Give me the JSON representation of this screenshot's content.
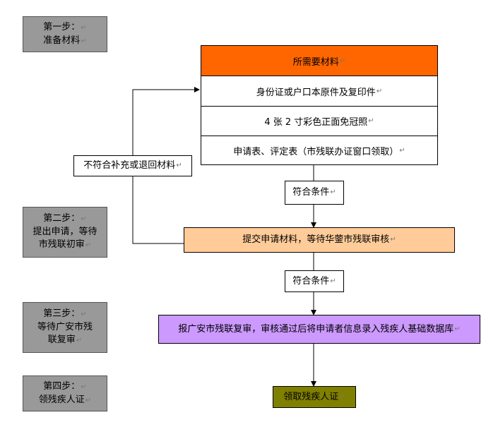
{
  "steps": [
    {
      "line1": "第一步：",
      "line2": "准备材料"
    },
    {
      "line1": "第二步：",
      "line2": "提出申请，等待",
      "line3": "市残联初审"
    },
    {
      "line1": "第三步：",
      "line2": "等待广安市残",
      "line3": "联复审"
    },
    {
      "line1": "第四步：",
      "line2": "领残疾人证"
    }
  ],
  "materials": {
    "header": "所需要材料",
    "items": [
      "身份证或户口本原件及复印件",
      "4 张 2 寸彩色正面免冠照",
      "申请表、评定表（市残联办证窗口领取）"
    ]
  },
  "flow": {
    "reject": "不符合补充或退回材料",
    "pass1": "符合条件",
    "submit": "提交申请材料，等待华蓥市残联审核",
    "pass2": "符合条件",
    "review": "报广安市残联复审，审核通过后将申请者信息录入残疾人基础数据库",
    "receive": "领取残疾人证"
  },
  "colors": {
    "step_bg": "#999999",
    "header_bg": "#ff6600",
    "submit_bg": "#ffcc99",
    "review_bg": "#cc99ff",
    "receive_bg": "#808000"
  }
}
